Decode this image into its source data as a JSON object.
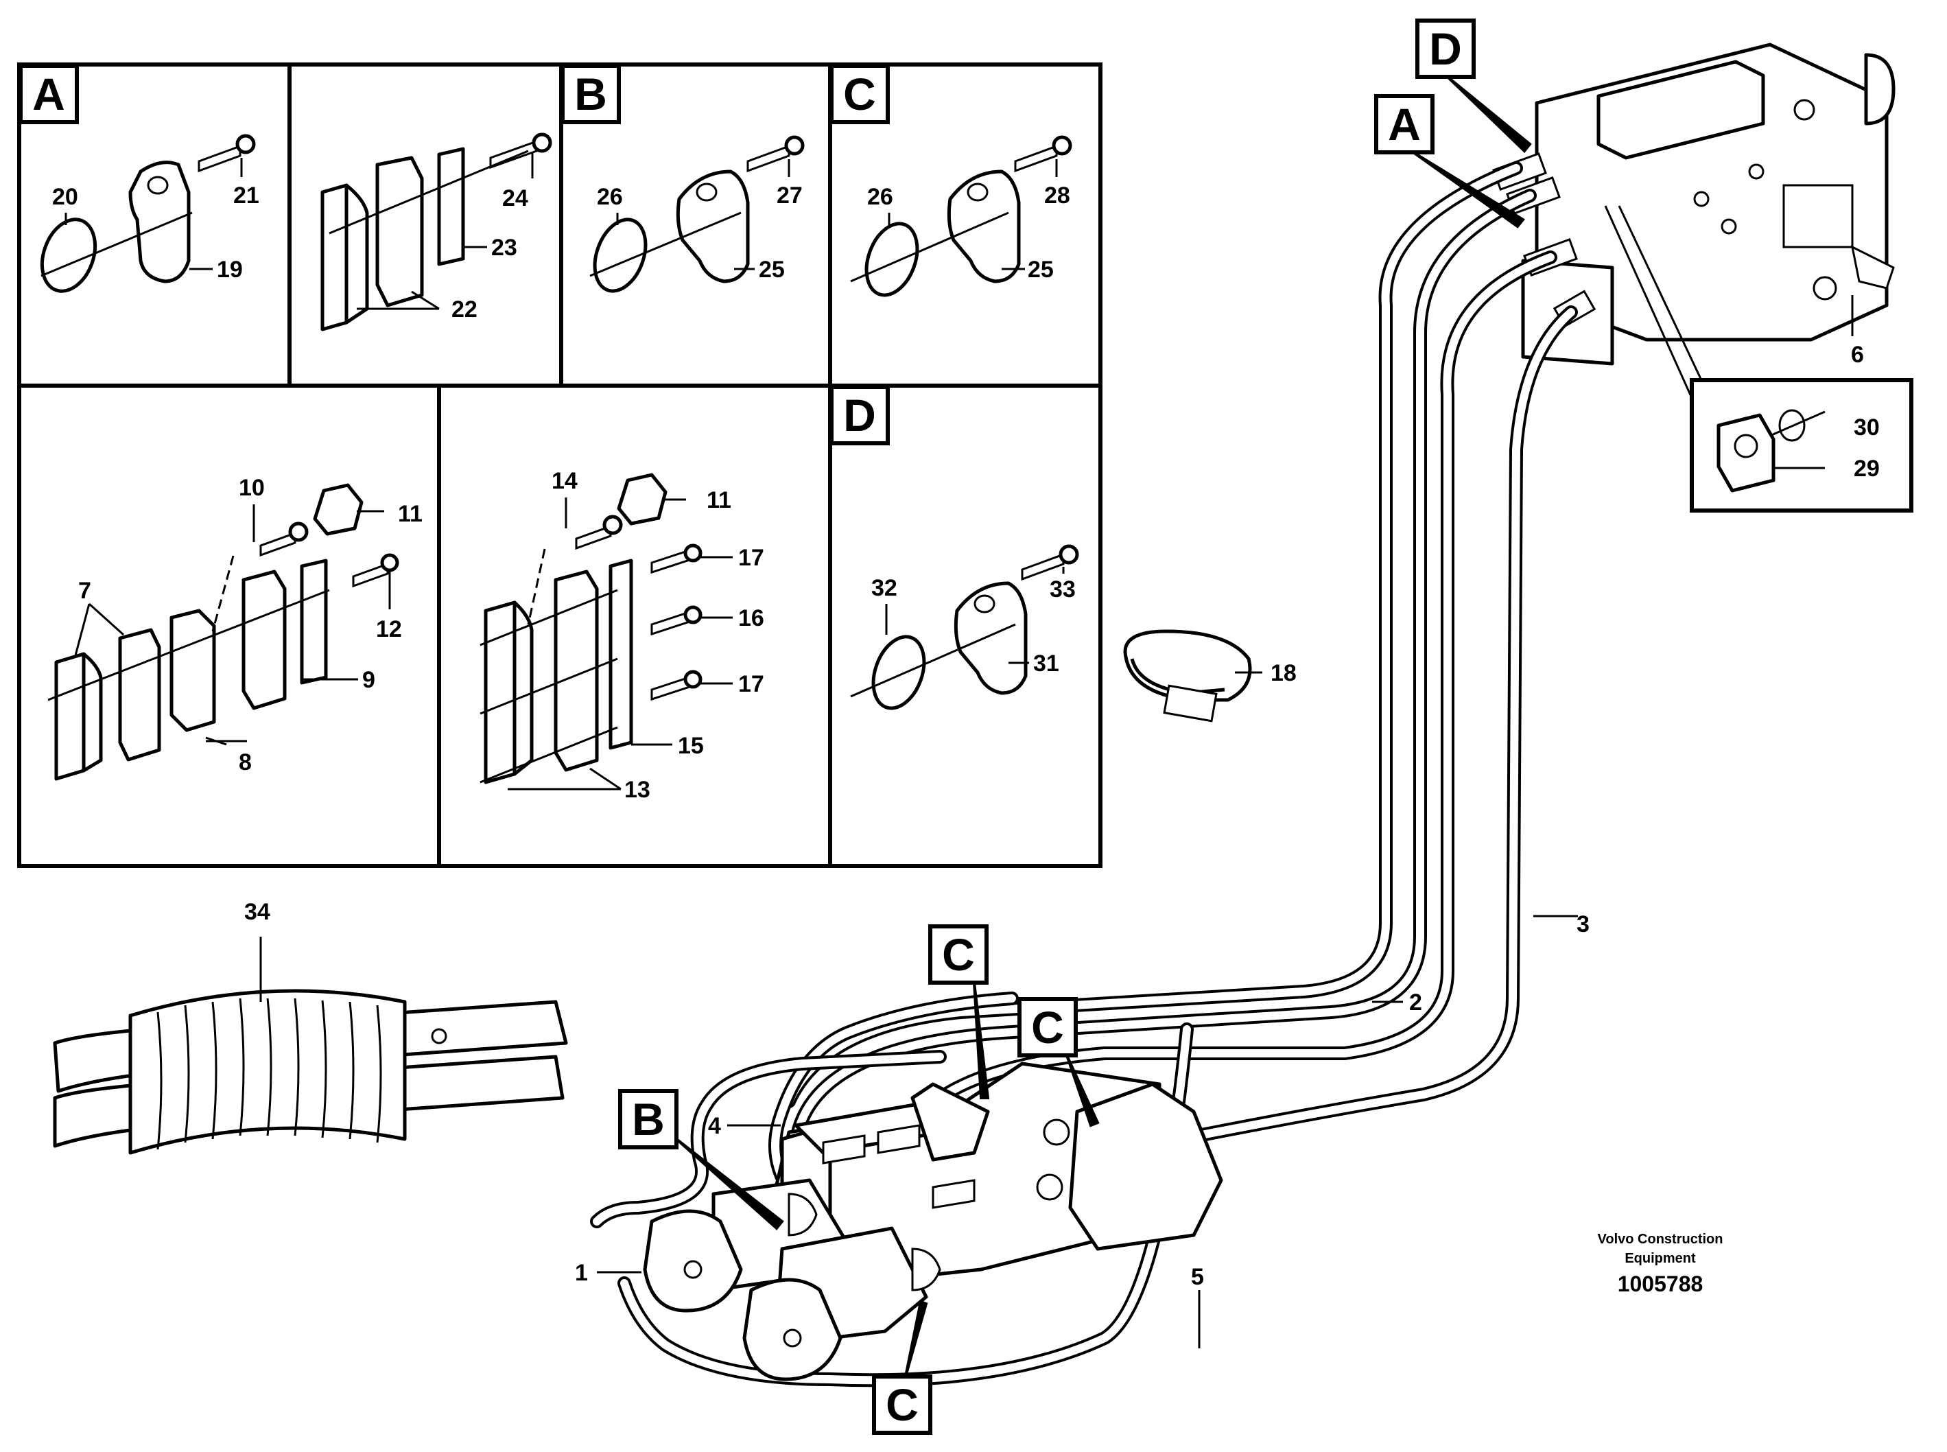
{
  "callout_letters": {
    "a": "A",
    "b": "B",
    "c": "C",
    "d": "D"
  },
  "part_numbers": {
    "p1": "1",
    "p2": "2",
    "p3": "3",
    "p4": "4",
    "p5": "5",
    "p6": "6",
    "p7": "7",
    "p8": "8",
    "p9": "9",
    "p10": "10",
    "p11": "11",
    "p12": "12",
    "p13": "13",
    "p14": "14",
    "p15": "15",
    "p16": "16",
    "p17": "17",
    "p18": "18",
    "p19": "19",
    "p20": "20",
    "p21": "21",
    "p22": "22",
    "p23": "23",
    "p24": "24",
    "p25": "25",
    "p26": "26",
    "p27": "27",
    "p28": "28",
    "p29": "29",
    "p30": "30",
    "p31": "31",
    "p32": "32",
    "p33": "33",
    "p34": "34"
  },
  "caption": {
    "company_line1": "Volvo Construction",
    "company_line2": "Equipment",
    "drawing_number": "1005788"
  }
}
